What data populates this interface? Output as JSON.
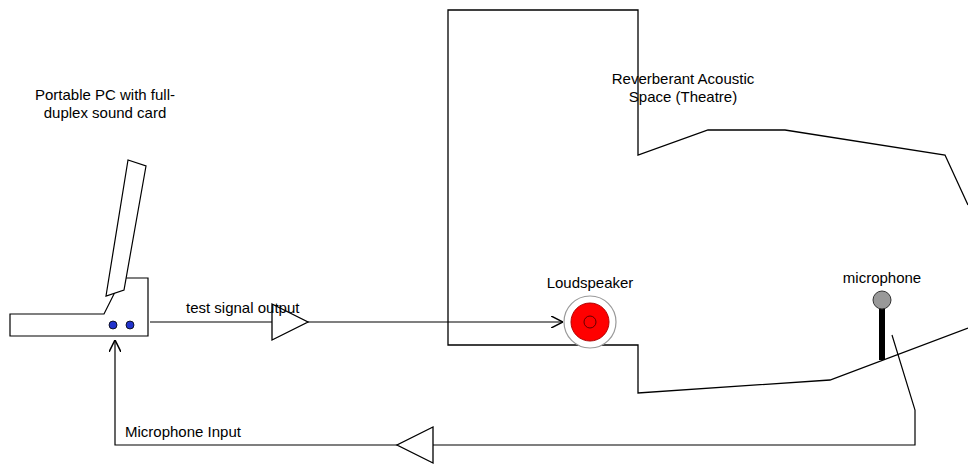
{
  "diagram": {
    "nodes": [
      {
        "text": [
          "Portable PC with full-duplex sound card"
        ]
      },
      {
        "text": [
          "Reverberant Acoustic Space (Theatre)"
        ]
      },
      {
        "text": [
          "Loudspeaker"
        ],
        "in": 1
      },
      {
        "text": [
          "microphone"
        ],
        "in": 1
      }
    ],
    "edges": [
      {
        "from": 0,
        "to": 2,
        "label": "test signal output",
        "arrow": "to"
      },
      {
        "from": 3,
        "to": 0,
        "label": "Microphone Input",
        "arrow": "to"
      }
    ]
  }
}
